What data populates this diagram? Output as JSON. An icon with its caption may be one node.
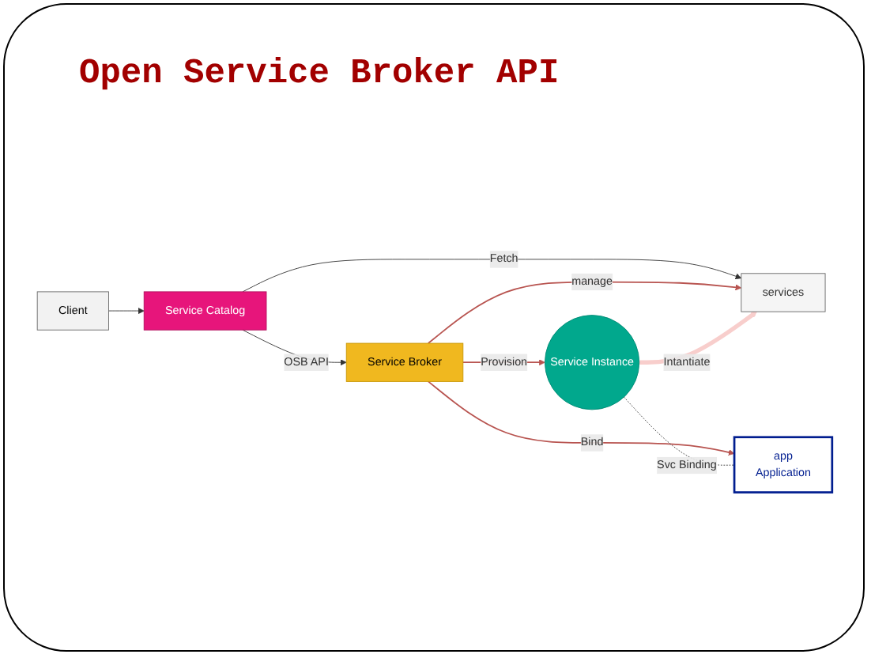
{
  "diagram": {
    "title": "Open Service Broker API",
    "nodes": [
      {
        "text": [
          "Client"
        ]
      },
      {
        "text": [
          "Service Catalog"
        ]
      },
      {
        "text": [
          "Service Broker"
        ]
      },
      {
        "text": [
          "services"
        ]
      },
      {
        "text": [
          "Service Instance"
        ]
      },
      {
        "text": [
          "app",
          "Application"
        ]
      }
    ],
    "edges": [
      {
        "from": 0,
        "to": 1,
        "arrow": "to"
      },
      {
        "from": 1,
        "to": 2,
        "arrow": "to",
        "label": "OSB API"
      },
      {
        "from": 1,
        "to": 3,
        "arrow": "to",
        "label": "Fetch"
      },
      {
        "from": 2,
        "to": 3,
        "arrow": "to",
        "label": "manage",
        "color": "#b85450"
      },
      {
        "from": 2,
        "to": 4,
        "arrow": "to",
        "label": "Provision",
        "color": "#b85450"
      },
      {
        "from": 2,
        "to": 5,
        "arrow": "to",
        "label": "Bind",
        "color": "#b85450"
      },
      {
        "from": 4,
        "to": 5,
        "arrow": "none",
        "label": "Svc Binding",
        "style": "dashed"
      },
      {
        "from": 4,
        "to": 3,
        "arrow": "to",
        "label": "Intantiate",
        "style": "thick",
        "color": "#f8cecc"
      }
    ]
  }
}
